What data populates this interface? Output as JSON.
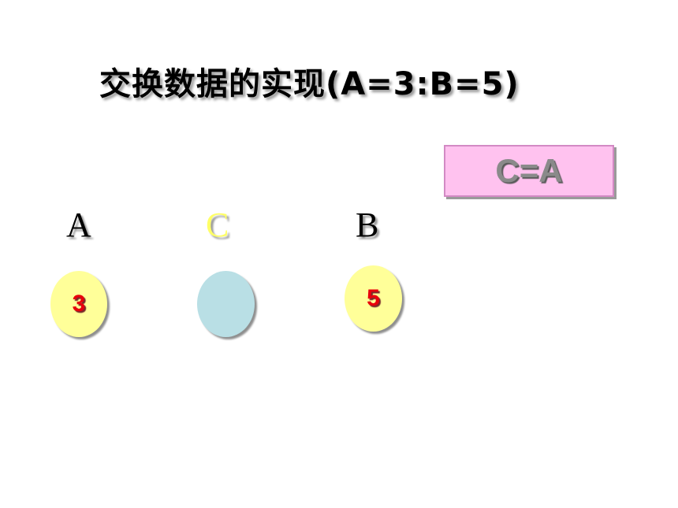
{
  "slide": {
    "title": "交换数据的实现(A=3:B=5)",
    "operation": "C=A"
  },
  "variables": [
    {
      "label": "A",
      "value": "3"
    },
    {
      "label": "C",
      "value": ""
    },
    {
      "label": "B",
      "value": "5"
    }
  ],
  "colors": {
    "operation_box_bg": "#ffc2ef",
    "circle_yellow": "#ffff99",
    "circle_blue": "#b9dfe5",
    "value_red": "#e8000c",
    "label_c_yellow": "#ffff66"
  }
}
